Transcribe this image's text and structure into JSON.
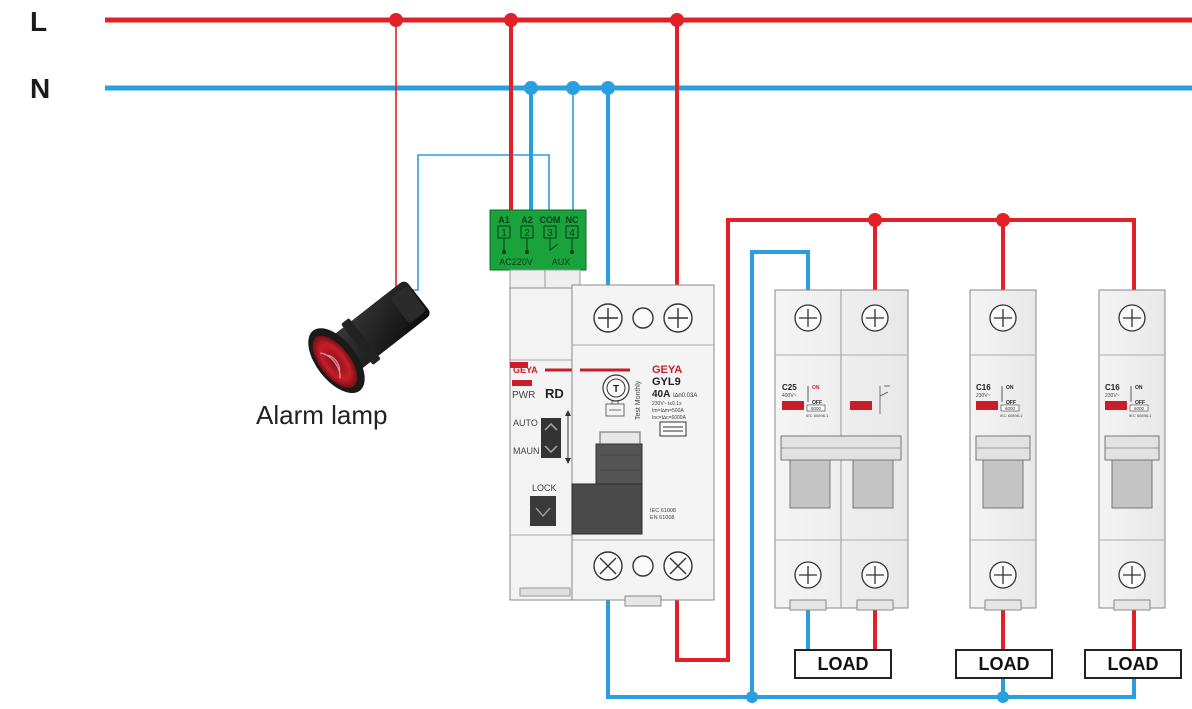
{
  "bus": {
    "line_label": "L",
    "neutral_label": "N"
  },
  "colors": {
    "line": "#e2202a",
    "neutral": "#2a9fe0",
    "relay_green": "#1aa33c",
    "lamp_red": "#c81e2a"
  },
  "alarm_lamp": {
    "label": "Alarm lamp"
  },
  "aux_terminal": {
    "terminals": [
      {
        "name": "A1",
        "number": "1"
      },
      {
        "name": "A2",
        "number": "2"
      },
      {
        "name": "COM",
        "number": "3"
      },
      {
        "name": "NC",
        "number": "4"
      }
    ],
    "voltage": "AC220V",
    "group": "AUX"
  },
  "rd_module": {
    "brand": "GEYA",
    "pwr": "PWR",
    "model": "RD",
    "auto": "AUTO",
    "maun": "MAUN",
    "lock": "LOCK"
  },
  "rcbo": {
    "brand": "GEYA",
    "model": "GYL9",
    "rating": "40A",
    "sensitivity": "I∆n0.03A",
    "spec_line1": "230V~ t≤0.1s",
    "spec_line2": "Im=I∆m=500A",
    "spec_line3": "Inc=I∆c=6000A",
    "test_button": "T",
    "test_text": "Test Monthly",
    "std1": "IEC 61008",
    "std2": "EN 61008"
  },
  "breakers": [
    {
      "rating": "C25",
      "voltage": "400V~",
      "on": "ON",
      "off": "OFF",
      "icn": "6000",
      "std": "IEC 60898-1"
    },
    {
      "rating": "C16",
      "voltage": "230V~",
      "on": "ON",
      "off": "OFF",
      "icn": "6000",
      "std": "IEC 60898-1"
    },
    {
      "rating": "C16",
      "voltage": "230V~",
      "on": "ON",
      "off": "OFF",
      "icn": "6000",
      "std": "IEC 60898-1"
    }
  ],
  "loads": [
    "LOAD",
    "LOAD",
    "LOAD"
  ]
}
